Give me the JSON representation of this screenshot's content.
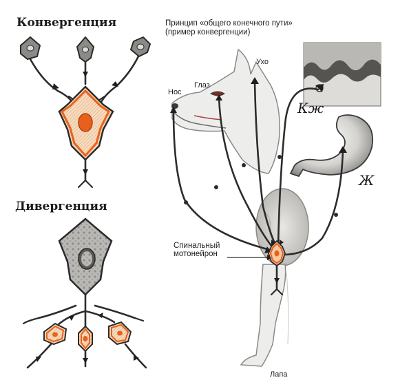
{
  "left": {
    "convergence_title": "Конвергенция",
    "divergence_title": "Дивергенция"
  },
  "right": {
    "title_line1": "Принцип «общего конечного пути»",
    "title_line2": "(пример конвергенции)",
    "labels": {
      "nose": "Нос",
      "eye": "Глаз",
      "ear": "Ухо",
      "skin": "Кж",
      "stomach": "Ж",
      "motoneuron_line1": "Спинальный",
      "motoneuron_line2": "мотонейрон",
      "paw": "Лапа"
    }
  },
  "colors": {
    "neuron_orange": "#e8611c",
    "neuron_fill": "#f5d9b8",
    "grey_neuron": "#8c8a86",
    "outline": "#2a2a2a",
    "text": "#1e1e1e"
  }
}
